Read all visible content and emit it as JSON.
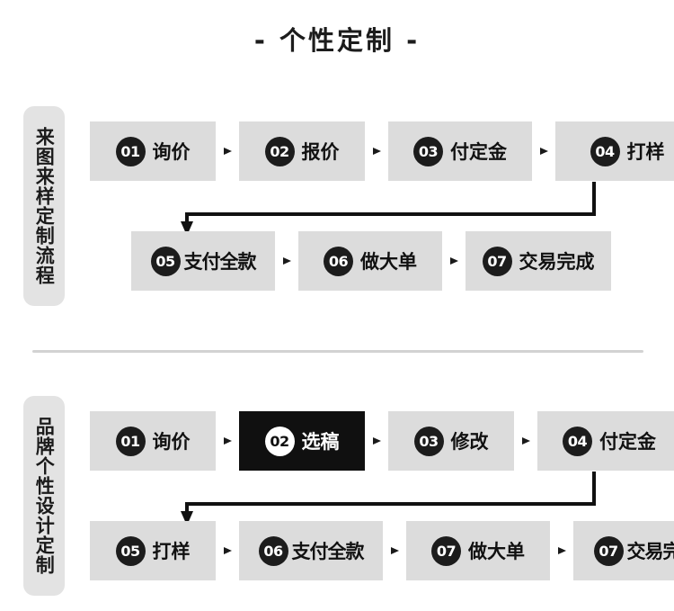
{
  "title": "- 个性定制 -",
  "colors": {
    "box_bg": "#dcdcdc",
    "label_bg": "#e3e3e3",
    "badge_bg": "#1c1c1c",
    "active_bg": "#101010",
    "text": "#111111",
    "divider": "#d2d2d2"
  },
  "sections": [
    {
      "vertical_label": "来图来样定制流程",
      "rows": [
        {
          "steps": [
            {
              "num": "01",
              "label": "询价",
              "active": false
            },
            {
              "num": "02",
              "label": "报价",
              "active": false
            },
            {
              "num": "03",
              "label": "付定金",
              "active": false
            },
            {
              "num": "04",
              "label": "打样",
              "active": false
            }
          ]
        },
        {
          "steps": [
            {
              "num": "05",
              "label": "支付全款",
              "active": false
            },
            {
              "num": "06",
              "label": "做大单",
              "active": false
            },
            {
              "num": "07",
              "label": "交易完成",
              "active": false
            }
          ]
        }
      ]
    },
    {
      "vertical_label": "品牌个性设计定制",
      "rows": [
        {
          "steps": [
            {
              "num": "01",
              "label": "询价",
              "active": false
            },
            {
              "num": "02",
              "label": "选稿",
              "active": true
            },
            {
              "num": "03",
              "label": "修改",
              "active": false
            },
            {
              "num": "04",
              "label": "付定金",
              "active": false
            }
          ]
        },
        {
          "steps": [
            {
              "num": "05",
              "label": "打样",
              "active": false
            },
            {
              "num": "06",
              "label": "支付全款",
              "active": false
            },
            {
              "num": "07",
              "label": "做大单",
              "active": false
            },
            {
              "num": "07",
              "label": "交易完成",
              "active": false
            }
          ]
        }
      ]
    }
  ],
  "icons": {
    "arrow_separator": "triangle-right-icon",
    "wrap_connector": "elbow-arrow-icon"
  }
}
